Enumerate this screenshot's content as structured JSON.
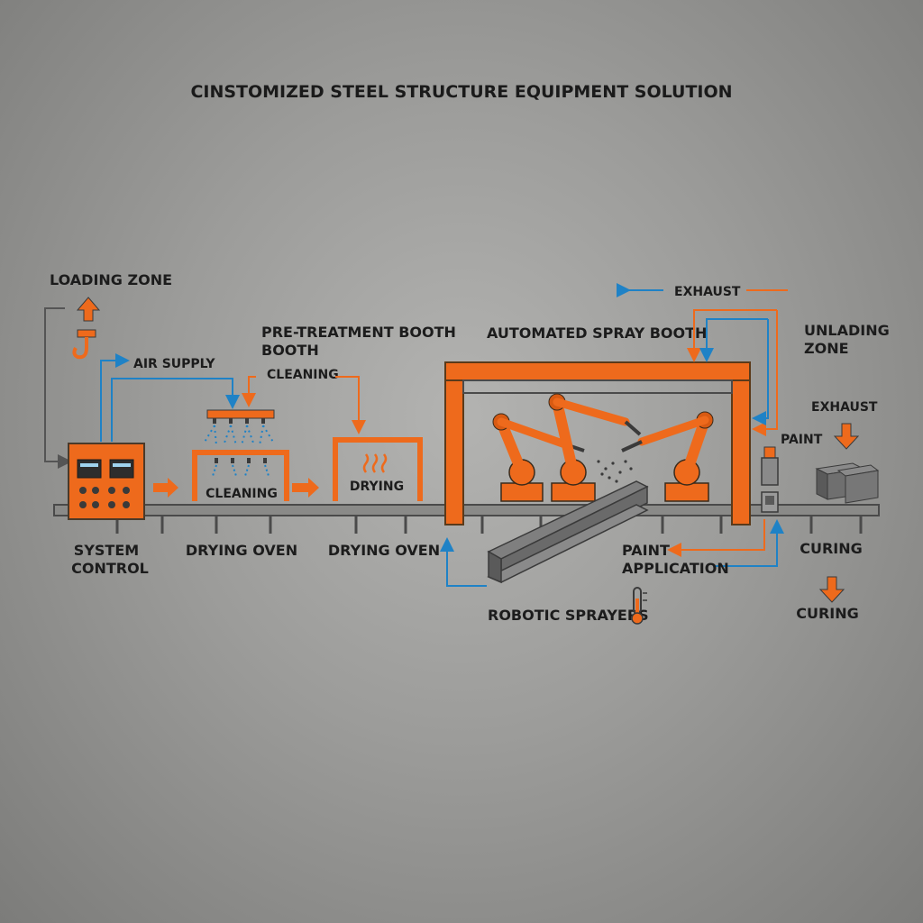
{
  "title": "CINSTOMIZED STEEL STRUCTURE EQUIPMENT SOLUTION",
  "labels": {
    "loading_zone": "LOADING ZONE",
    "air_supply": "AIR SUPPLY",
    "pretreatment_line1": "PRE-TREATMENT BOOTH",
    "pretreatment_line2": "BOOTH",
    "cleaning_feed": "CLEANING",
    "cleaning_booth": "CLEANING",
    "drying": "DRYING",
    "system_control_line1": "SYSTEM",
    "system_control_line2": "CONTROL",
    "drying_oven_1": "DRYING OVEN",
    "drying_oven_2": "DRYING OVEN",
    "automated_spray_booth": "AUTOMATED SPRAY BOOTH",
    "exhaust_top": "EXHAUST",
    "unloading_line1": "UNLADING",
    "unloading_line2": "ZONE",
    "exhaust_right": "EXHAUST",
    "paint": "PAINT",
    "paint_application_line1": "PAINT",
    "paint_application_line2": "APPLICATION",
    "robotic_sprayers": "ROBOTIC SPRAYERS",
    "curing_1": "CURING",
    "curing_2": "CURING"
  },
  "colors": {
    "accent_orange": "#ee6a1c",
    "flow_blue": "#1f82c6",
    "steel_gray": "#6e6e6e",
    "text": "#1c1c1c"
  },
  "icons": [
    "crane-hook-icon",
    "heat-waves-icon",
    "thermometer-icon",
    "down-arrow-icon",
    "up-arrow-icon"
  ]
}
